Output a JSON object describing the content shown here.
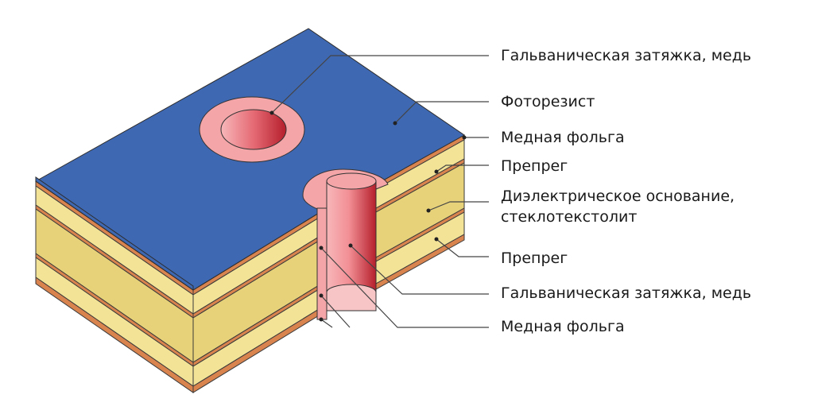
{
  "labels": [
    {
      "text": "Гальваническая затяжка, медь"
    },
    {
      "text": "Фоторезист"
    },
    {
      "text": "Медная фольга"
    },
    {
      "text": "Препрег"
    },
    {
      "text": "Диэлектрическое основание,"
    },
    {
      "text": "стеклотекстолит"
    },
    {
      "text": "Препрег"
    },
    {
      "text": "Гальваническая затяжка, медь"
    },
    {
      "text": "Медная фольга"
    }
  ],
  "colors": {
    "photoresist": "#3f68b3",
    "copper": "#d9834f",
    "prepreg": "#f3e397",
    "dielectric": "#e7d27a",
    "plating_light": "#f4a5a8",
    "plating_dark": "#b8232e",
    "outline": "#333333"
  }
}
